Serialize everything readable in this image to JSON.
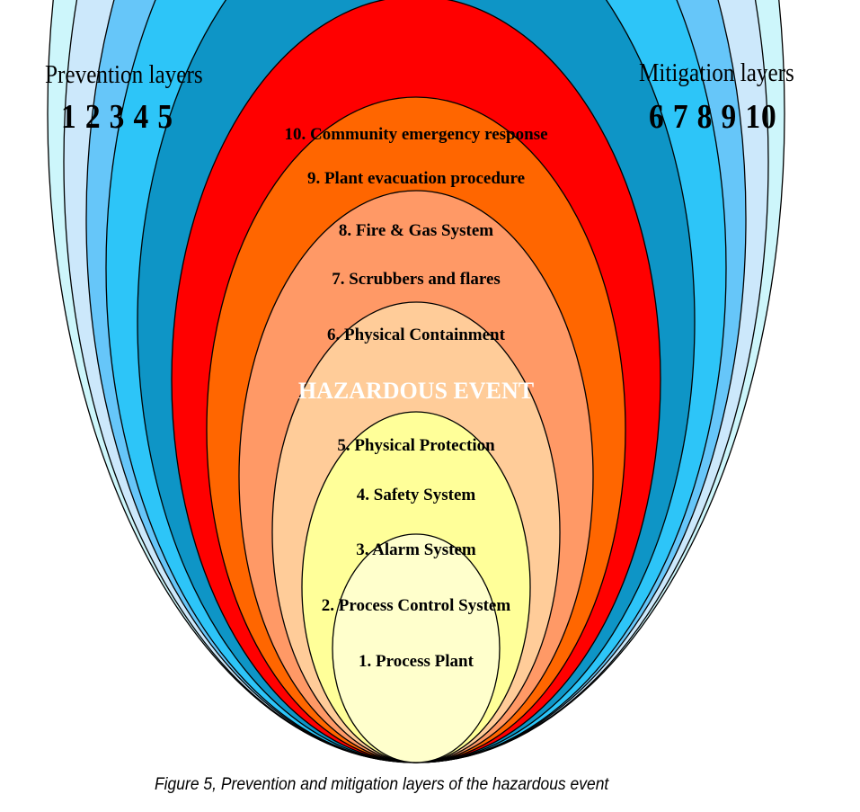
{
  "headings": {
    "prevention": {
      "title": "Prevention layers",
      "numbers": "1 2 3 4 5"
    },
    "mitigation": {
      "title": "Mitigation layers",
      "numbers": "6 7 8 9 10"
    }
  },
  "hazard_label": "HAZARDOUS EVENT",
  "layers": [
    {
      "label": "10. Community emergency response",
      "color": "#cdf6fb"
    },
    {
      "label": "9. Plant evacuation procedure",
      "color": "#cce8fb"
    },
    {
      "label": "8. Fire & Gas System",
      "color": "#66c6f9"
    },
    {
      "label": "7. Scrubbers and flares",
      "color": "#2dc5f8"
    },
    {
      "label": "6. Physical Containment",
      "color": "#0e95c6"
    },
    {
      "label": "",
      "color": "#ff0000"
    },
    {
      "label": "5. Physical Protection",
      "color": "#ff6600"
    },
    {
      "label": "4. Safety System",
      "color": "#ff9966"
    },
    {
      "label": "3. Alarm System",
      "color": "#ffcc99"
    },
    {
      "label": "2. Process Control System",
      "color": "#ffff99"
    },
    {
      "label": "1. Process Plant",
      "color": "#ffffcc"
    }
  ],
  "caption": "Figure 5, Prevention and mitigation layers of the hazardous event"
}
